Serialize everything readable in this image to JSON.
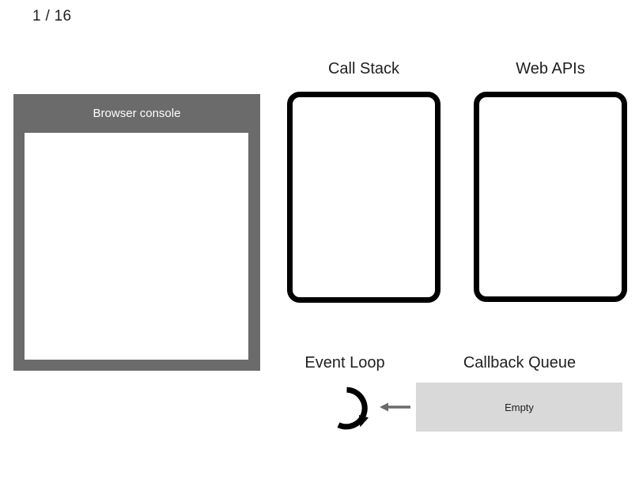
{
  "slide": {
    "counter": "1 / 16"
  },
  "console": {
    "title": "Browser console",
    "output": ""
  },
  "call_stack": {
    "heading": "Call Stack",
    "frames": []
  },
  "web_apis": {
    "heading": "Web APIs",
    "items": []
  },
  "event_loop": {
    "heading": "Event Loop",
    "icon": "circular-arrow-icon",
    "flow_arrow": "left-arrow-icon"
  },
  "callback_queue": {
    "heading": "Callback Queue",
    "status": "Empty"
  },
  "colors": {
    "console_frame": "#6b6b6b",
    "console_screen": "#ffffff",
    "box_border": "#000000",
    "queue_background": "#d9d9d9",
    "arrow": "#6b6b6b",
    "text": "#1f1f1f",
    "page_background": "#ffffff"
  }
}
